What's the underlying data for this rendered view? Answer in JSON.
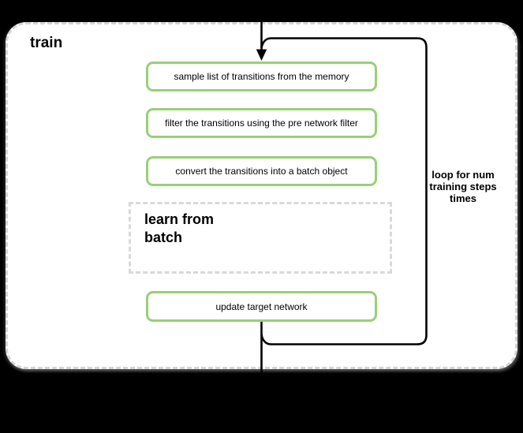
{
  "container": {
    "title": "train"
  },
  "steps": [
    {
      "label": "sample list of transitions from the memory"
    },
    {
      "label": "filter the transitions using the pre network filter"
    },
    {
      "label": "convert the transitions into a batch object"
    }
  ],
  "group": {
    "label": "learn from batch"
  },
  "final_step": {
    "label": "update target network"
  },
  "loop_annotation": {
    "label": "loop for num training steps times"
  },
  "colors": {
    "node_border": "#97d077",
    "connector": "#000000",
    "container_dash": "#d4d4d4",
    "group_dash": "#d9d9d9",
    "node_fill": "#ffffff",
    "container_fill": "#ffffff",
    "canvas_bg": "#000000",
    "text": "#000000"
  }
}
